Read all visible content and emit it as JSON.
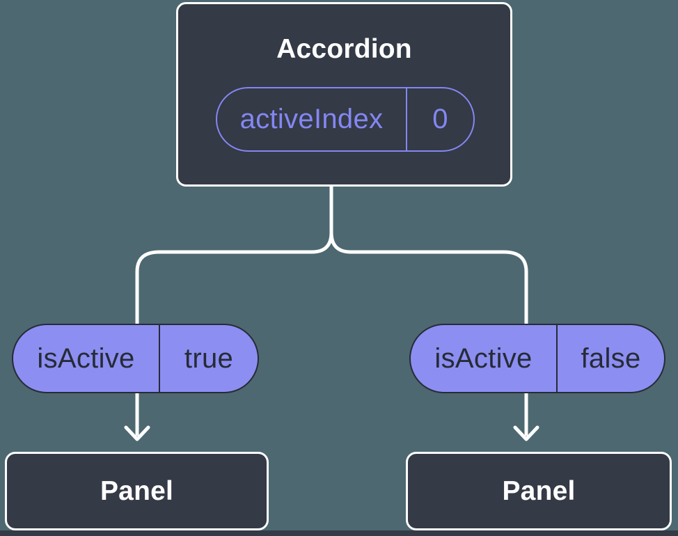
{
  "colors": {
    "background": "#4D6870",
    "node_fill": "#343A46",
    "node_border": "#FFFFFF",
    "accent_purple": "#8487F2",
    "pill_fill": "#8C8EF2",
    "pill_border": "#262B36",
    "pill_text": "#262B36",
    "connector": "#FFFFFF"
  },
  "diagram": {
    "root": {
      "title": "Accordion",
      "state": {
        "name": "activeIndex",
        "value": "0"
      }
    },
    "children": [
      {
        "title": "Panel",
        "prop": {
          "name": "isActive",
          "value": "true"
        }
      },
      {
        "title": "Panel",
        "prop": {
          "name": "isActive",
          "value": "false"
        }
      }
    ]
  }
}
